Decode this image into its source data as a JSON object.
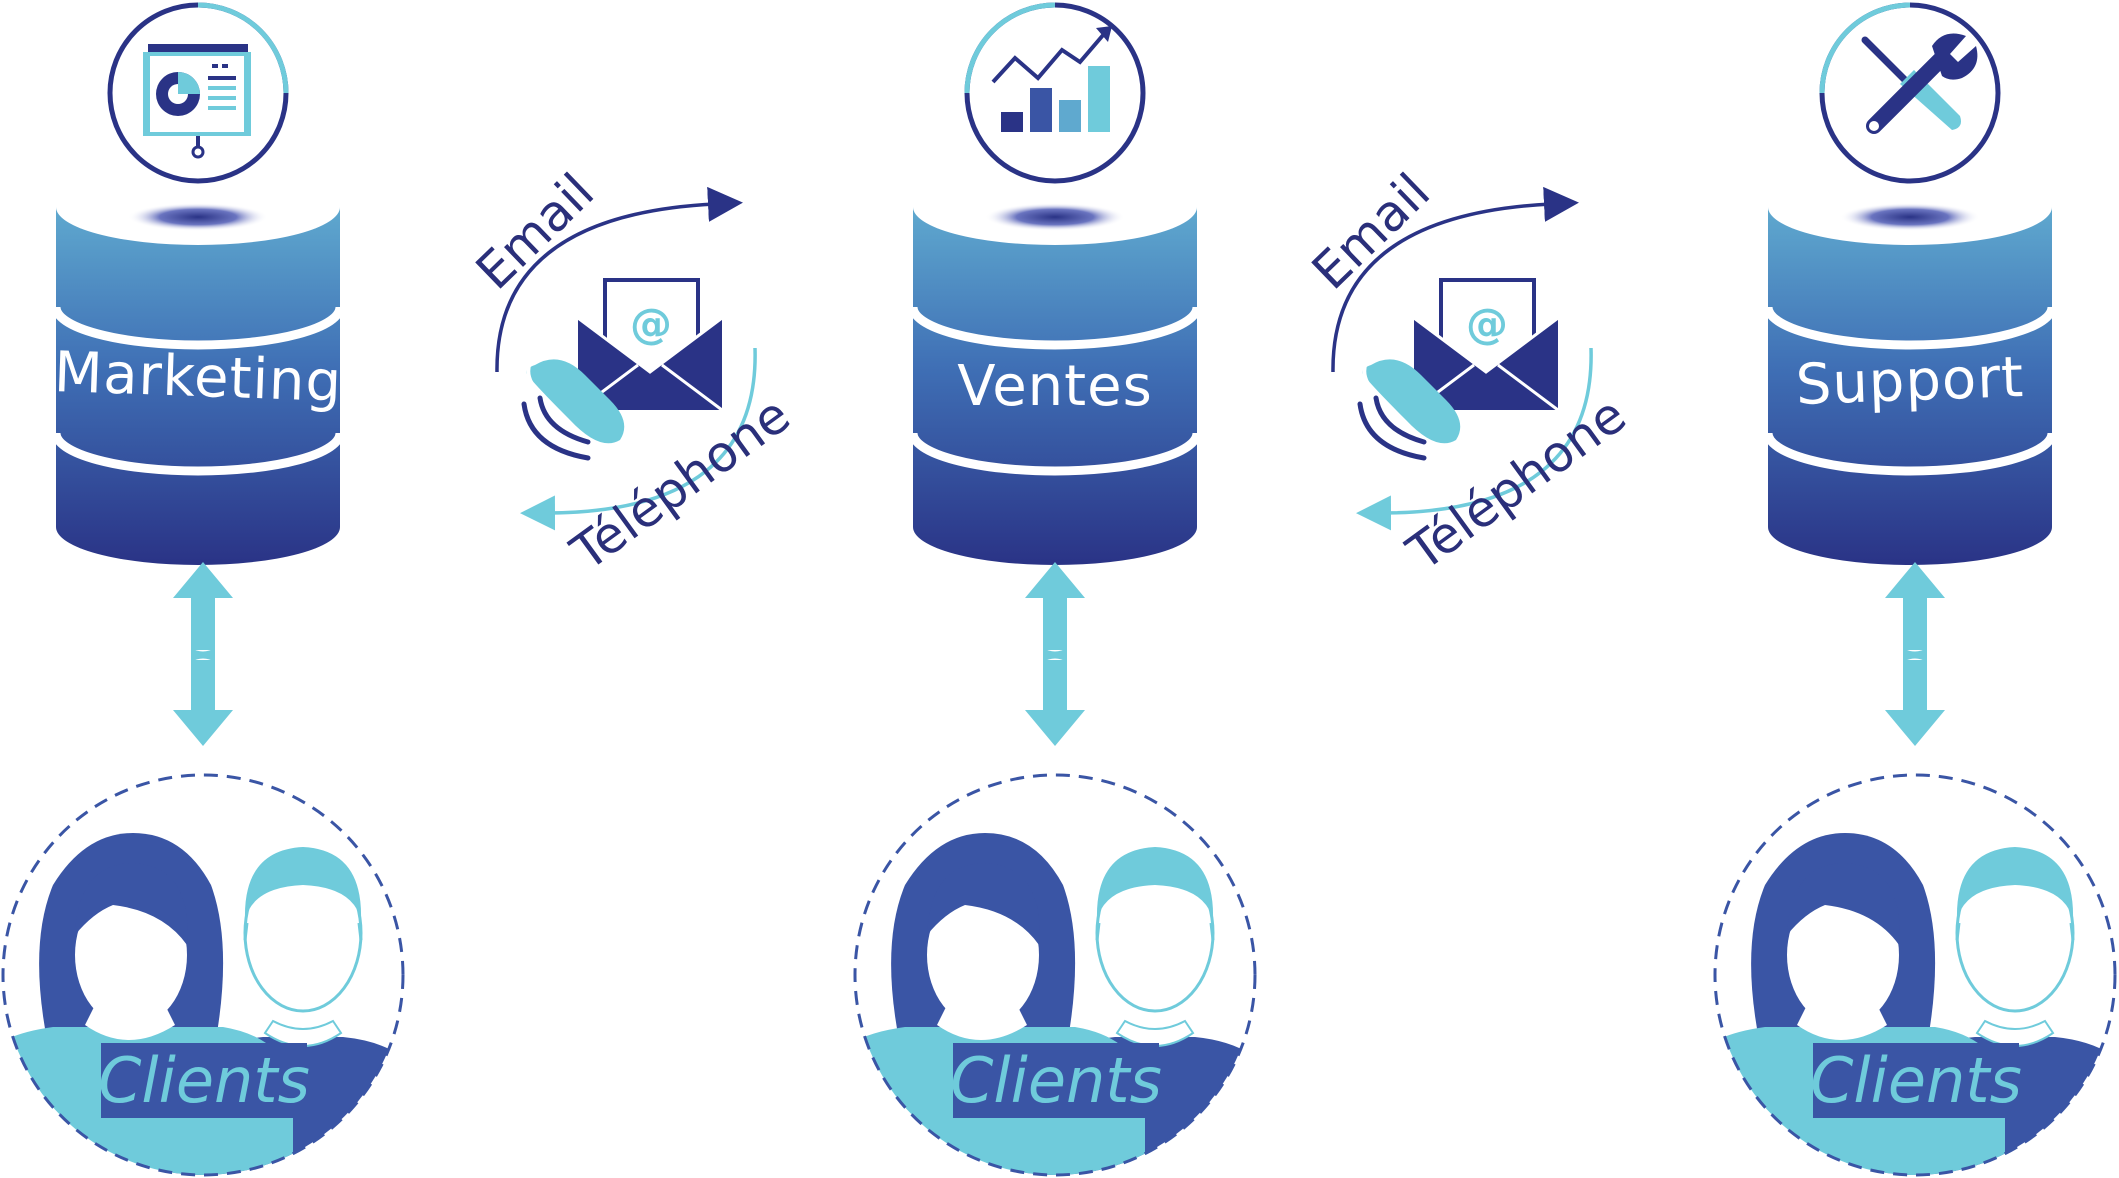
{
  "departments": [
    {
      "label": "Marketing",
      "icon": "presentation-board-icon"
    },
    {
      "label": "Ventes",
      "icon": "growth-bar-chart-icon"
    },
    {
      "label": "Support",
      "icon": "wrench-screwdriver-icon"
    }
  ],
  "clients": {
    "label": "Clients"
  },
  "channels": {
    "email": "Email",
    "phone": "Téléphone"
  },
  "colors": {
    "navy": "#2a3386",
    "royal": "#3a55a5",
    "cyan": "#6fcbdb",
    "dark": "#23285e",
    "white": "#ffffff"
  }
}
